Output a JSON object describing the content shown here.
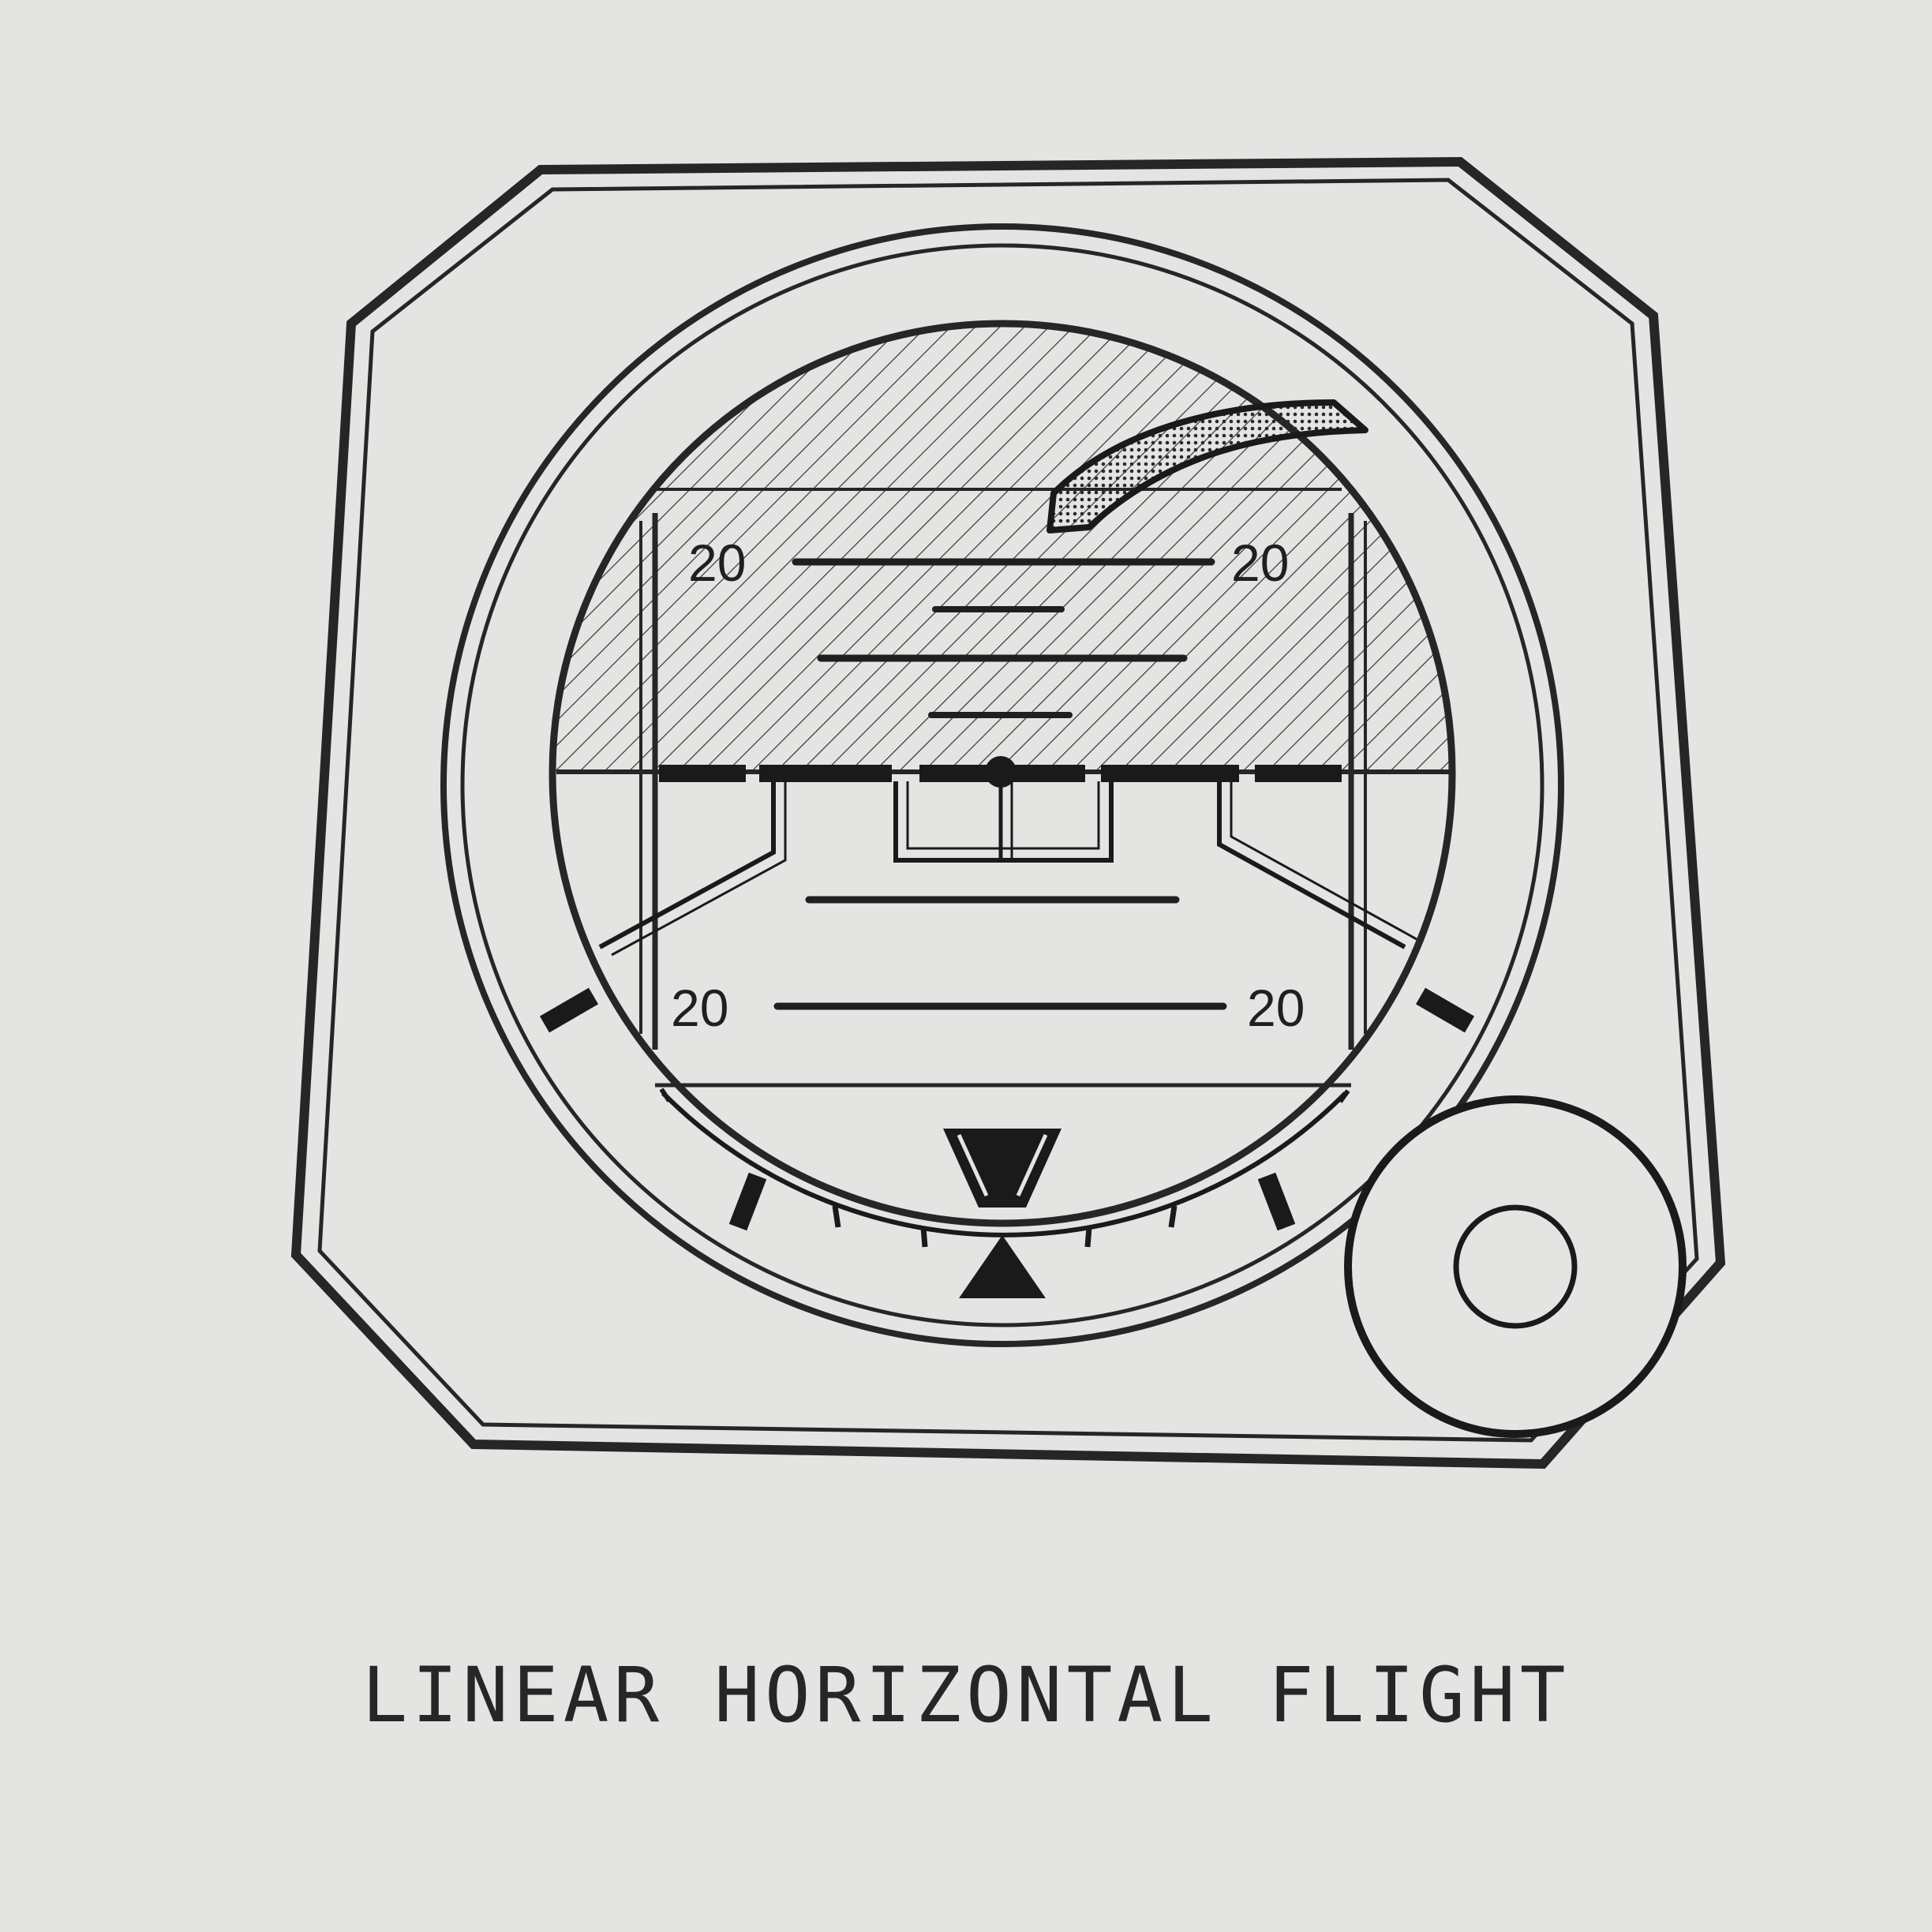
{
  "figure": {
    "caption": "LINEAR HORIZONTAL FLIGHT",
    "pitch_scale_labels": {
      "upper_left": "20",
      "upper_right": "20",
      "lower_left": "20",
      "lower_right": "20"
    },
    "colors": {
      "paper": "#e4e5e2",
      "ink": "#262626"
    },
    "icons": [
      "attitude-indicator-case",
      "miniature-aircraft-icon",
      "bank-pointer-icon",
      "adjustment-knob-icon"
    ]
  }
}
